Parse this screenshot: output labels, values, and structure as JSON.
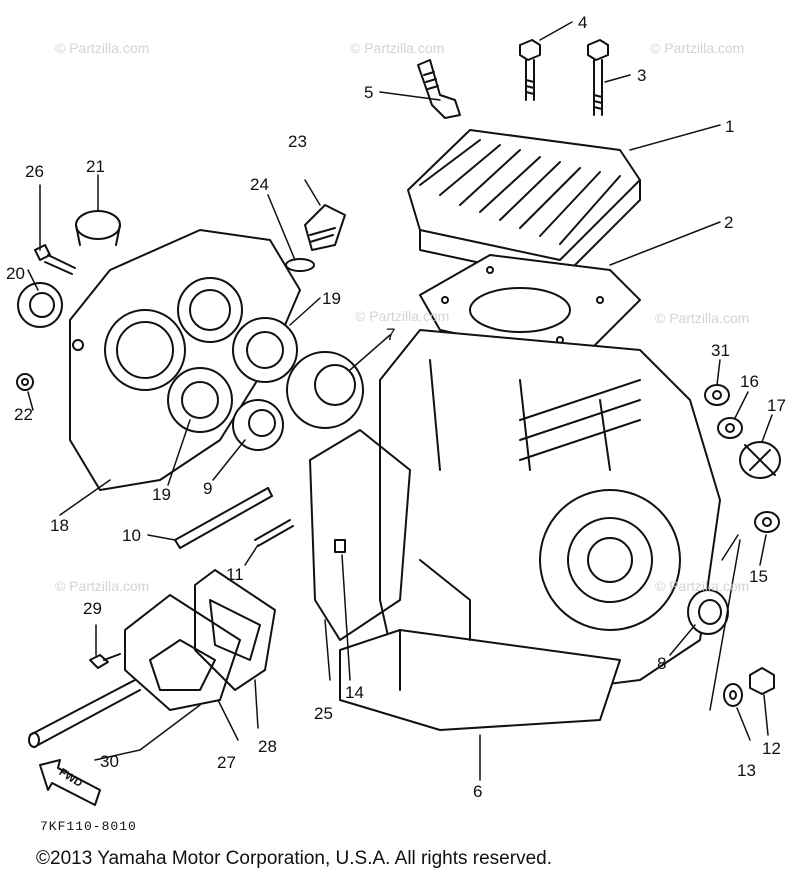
{
  "watermark": "© Partzilla.com",
  "diagram_code": "7KF110-8010",
  "copyright": "©2013 Yamaha Motor Corporation, U.S.A. All rights reserved.",
  "fwd_label": "FWD",
  "callouts": {
    "c1": "1",
    "c2": "2",
    "c3": "3",
    "c4": "4",
    "c5": "5",
    "c6": "6",
    "c7": "7",
    "c8": "8",
    "c9": "9",
    "c10": "10",
    "c11": "11",
    "c12": "12",
    "c13": "13",
    "c14": "14",
    "c15": "15",
    "c16": "16",
    "c17": "17",
    "c18": "18",
    "c19a": "19",
    "c19b": "19",
    "c20": "20",
    "c21": "21",
    "c22": "22",
    "c23": "23",
    "c24": "24",
    "c25": "25",
    "c26": "26",
    "c27": "27",
    "c28": "28",
    "c29": "29",
    "c30": "30",
    "c31": "31"
  }
}
